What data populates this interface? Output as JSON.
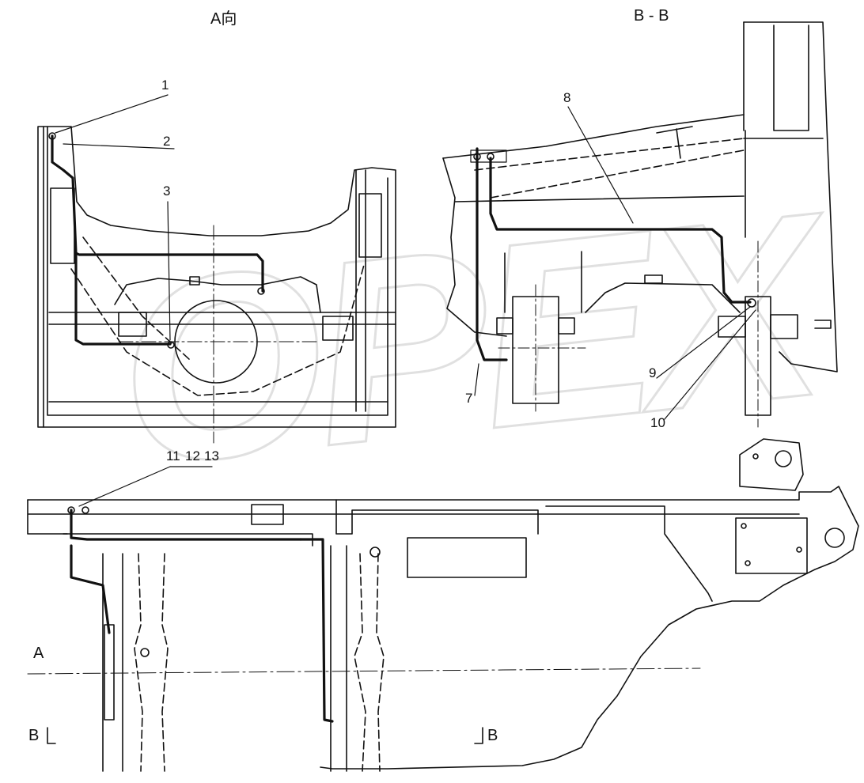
{
  "view_labels": {
    "view_a": "A向",
    "section_bb": "B - B"
  },
  "section_marks": {
    "a": "A",
    "b_left": "B",
    "b_right": "B"
  },
  "callouts": [
    "1",
    "2",
    "3",
    "7",
    "8",
    "9",
    "10",
    "11",
    "12",
    "13"
  ],
  "watermark": "OPEX",
  "colors": {
    "line": "#111111",
    "watermark": "#c8c8c8",
    "background": "#ffffff"
  }
}
